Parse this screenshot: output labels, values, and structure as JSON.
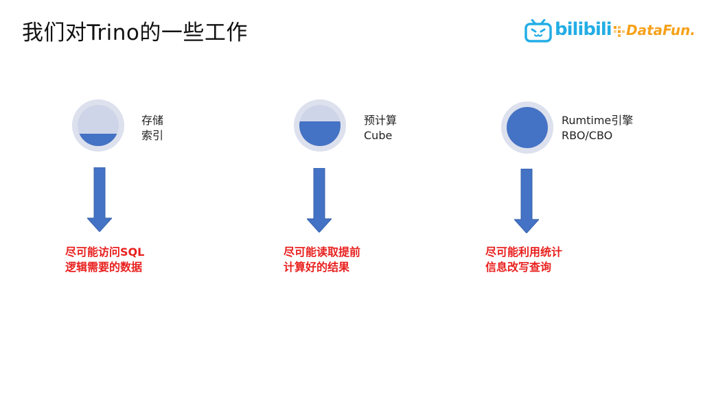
{
  "title": "我们对Trino的一些工作",
  "logos": {
    "bilibili": "bilibili",
    "datafun": "DataFun."
  },
  "colors": {
    "harvey_fill": "#4472c4",
    "harvey_bg": "#dde1ee",
    "arrow": "#4472c4",
    "result_text": "#e8201e",
    "bilibili": "#23ade5",
    "datafun": "#f6a11a"
  },
  "columns": [
    {
      "tag_line1": "存储",
      "tag_line2": "索引",
      "harvey_level": 0.3,
      "result_line1": "尽可能访问SQL",
      "result_line2": "逻辑需要的数据"
    },
    {
      "tag_line1": "预计算",
      "tag_line2": "Cube",
      "harvey_level": 0.6,
      "result_line1": "尽可能读取提前",
      "result_line2": "计算好的结果"
    },
    {
      "tag_line1": "Rumtime引擎",
      "tag_line2": "RBO/CBO",
      "harvey_level": 1.0,
      "result_line1": "尽可能利用统计",
      "result_line2": "信息改写查询"
    }
  ]
}
